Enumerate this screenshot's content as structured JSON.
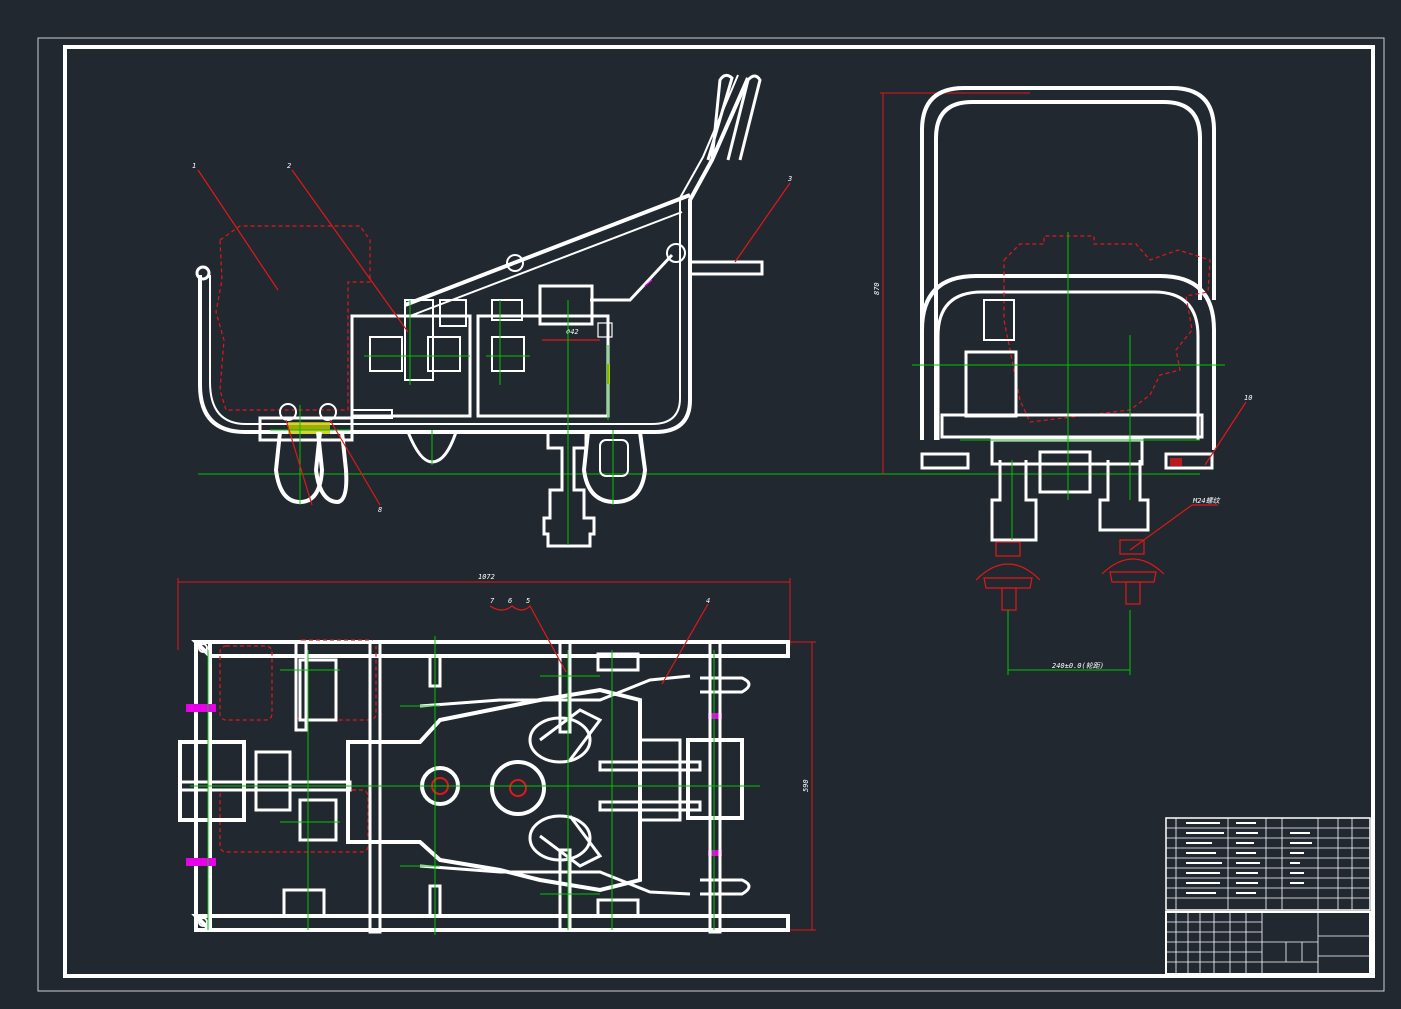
{
  "drawing": {
    "background": "#212830",
    "line_color": "#ffffff",
    "center_line_color": "#00c400",
    "leader_color": "#e01818",
    "marker_color": "#e800e8"
  },
  "views": {
    "side_view": {
      "labels": {
        "p1": "1",
        "p2": "2",
        "p3": "3",
        "p8": "8"
      },
      "dim_small": "Φ42"
    },
    "front_view": {
      "dim_height": "870",
      "dim_track": "240±0.0(轮距)",
      "label_10": "10",
      "label_nozzle": "M24螺纹"
    },
    "top_view": {
      "dim_length": "1072",
      "dim_width": "590",
      "labels": {
        "p7": "7",
        "p6": "6",
        "p5": "5",
        "p4": "4"
      }
    }
  }
}
